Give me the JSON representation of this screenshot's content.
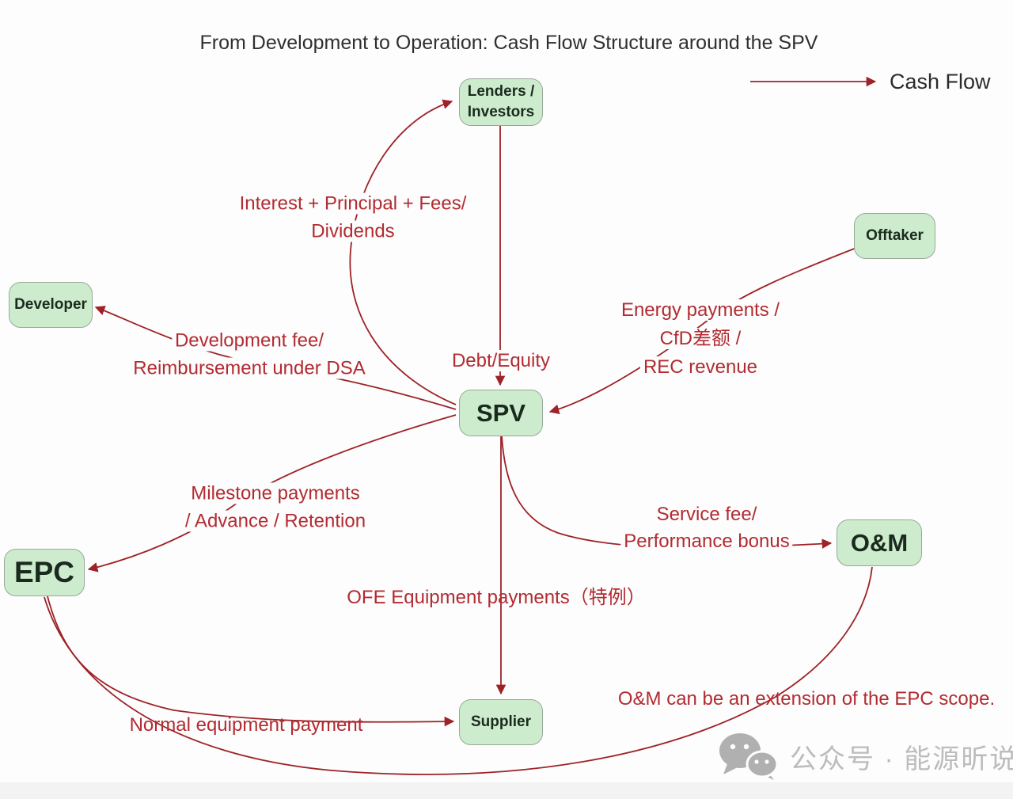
{
  "title": "From Development to Operation: Cash Flow Structure around the SPV",
  "legend": {
    "label": "Cash Flow"
  },
  "nodes": {
    "lenders": {
      "label": "Lenders /\nInvestors"
    },
    "offtaker": {
      "label": "Offtaker"
    },
    "developer": {
      "label": "Developer"
    },
    "spv": {
      "label": "SPV"
    },
    "epc": {
      "label": "EPC"
    },
    "om": {
      "label": "O&M"
    },
    "supplier": {
      "label": "Supplier"
    }
  },
  "edges": {
    "spv_to_lenders": {
      "from": "SPV",
      "to": "Lenders / Investors",
      "label": "Interest + Principal + Fees/\nDividends"
    },
    "lenders_to_spv": {
      "from": "Lenders / Investors",
      "to": "SPV",
      "label": "Debt/Equity"
    },
    "offtaker_to_spv": {
      "from": "Offtaker",
      "to": "SPV",
      "label": "Energy payments /\nCfD差额 /\nREC revenue"
    },
    "spv_to_developer": {
      "from": "SPV",
      "to": "Developer",
      "label": "Development fee/\nReimbursement under DSA"
    },
    "spv_to_epc": {
      "from": "SPV",
      "to": "EPC",
      "label": "Milestone payments\n/ Advance / Retention"
    },
    "spv_to_om": {
      "from": "SPV",
      "to": "O&M",
      "label": "Service fee/\nPerformance bonus"
    },
    "spv_to_supplier": {
      "from": "SPV",
      "to": "Supplier",
      "label": "OFE Equipment payments（特例）"
    },
    "epc_to_supplier": {
      "from": "EPC",
      "to": "Supplier",
      "label": "Normal equipment payment"
    },
    "epc_to_om": {
      "from": "EPC",
      "to": "O&M",
      "label": ""
    }
  },
  "note": {
    "text": "O&M can be an extension of the EPC scope."
  },
  "watermark": {
    "icon": "wechat-icon",
    "text": "公众号 · 能源昕说"
  },
  "colors": {
    "background": "#fdfdfd",
    "node_fill": "#cdeccd",
    "node_border": "#98a898",
    "node_text": "#1b2a1e",
    "flow_line_red": "#9e2227",
    "label_red": "#b22b31",
    "title_text": "#2f2f2f",
    "watermark_gray": "#bcbcbc"
  }
}
